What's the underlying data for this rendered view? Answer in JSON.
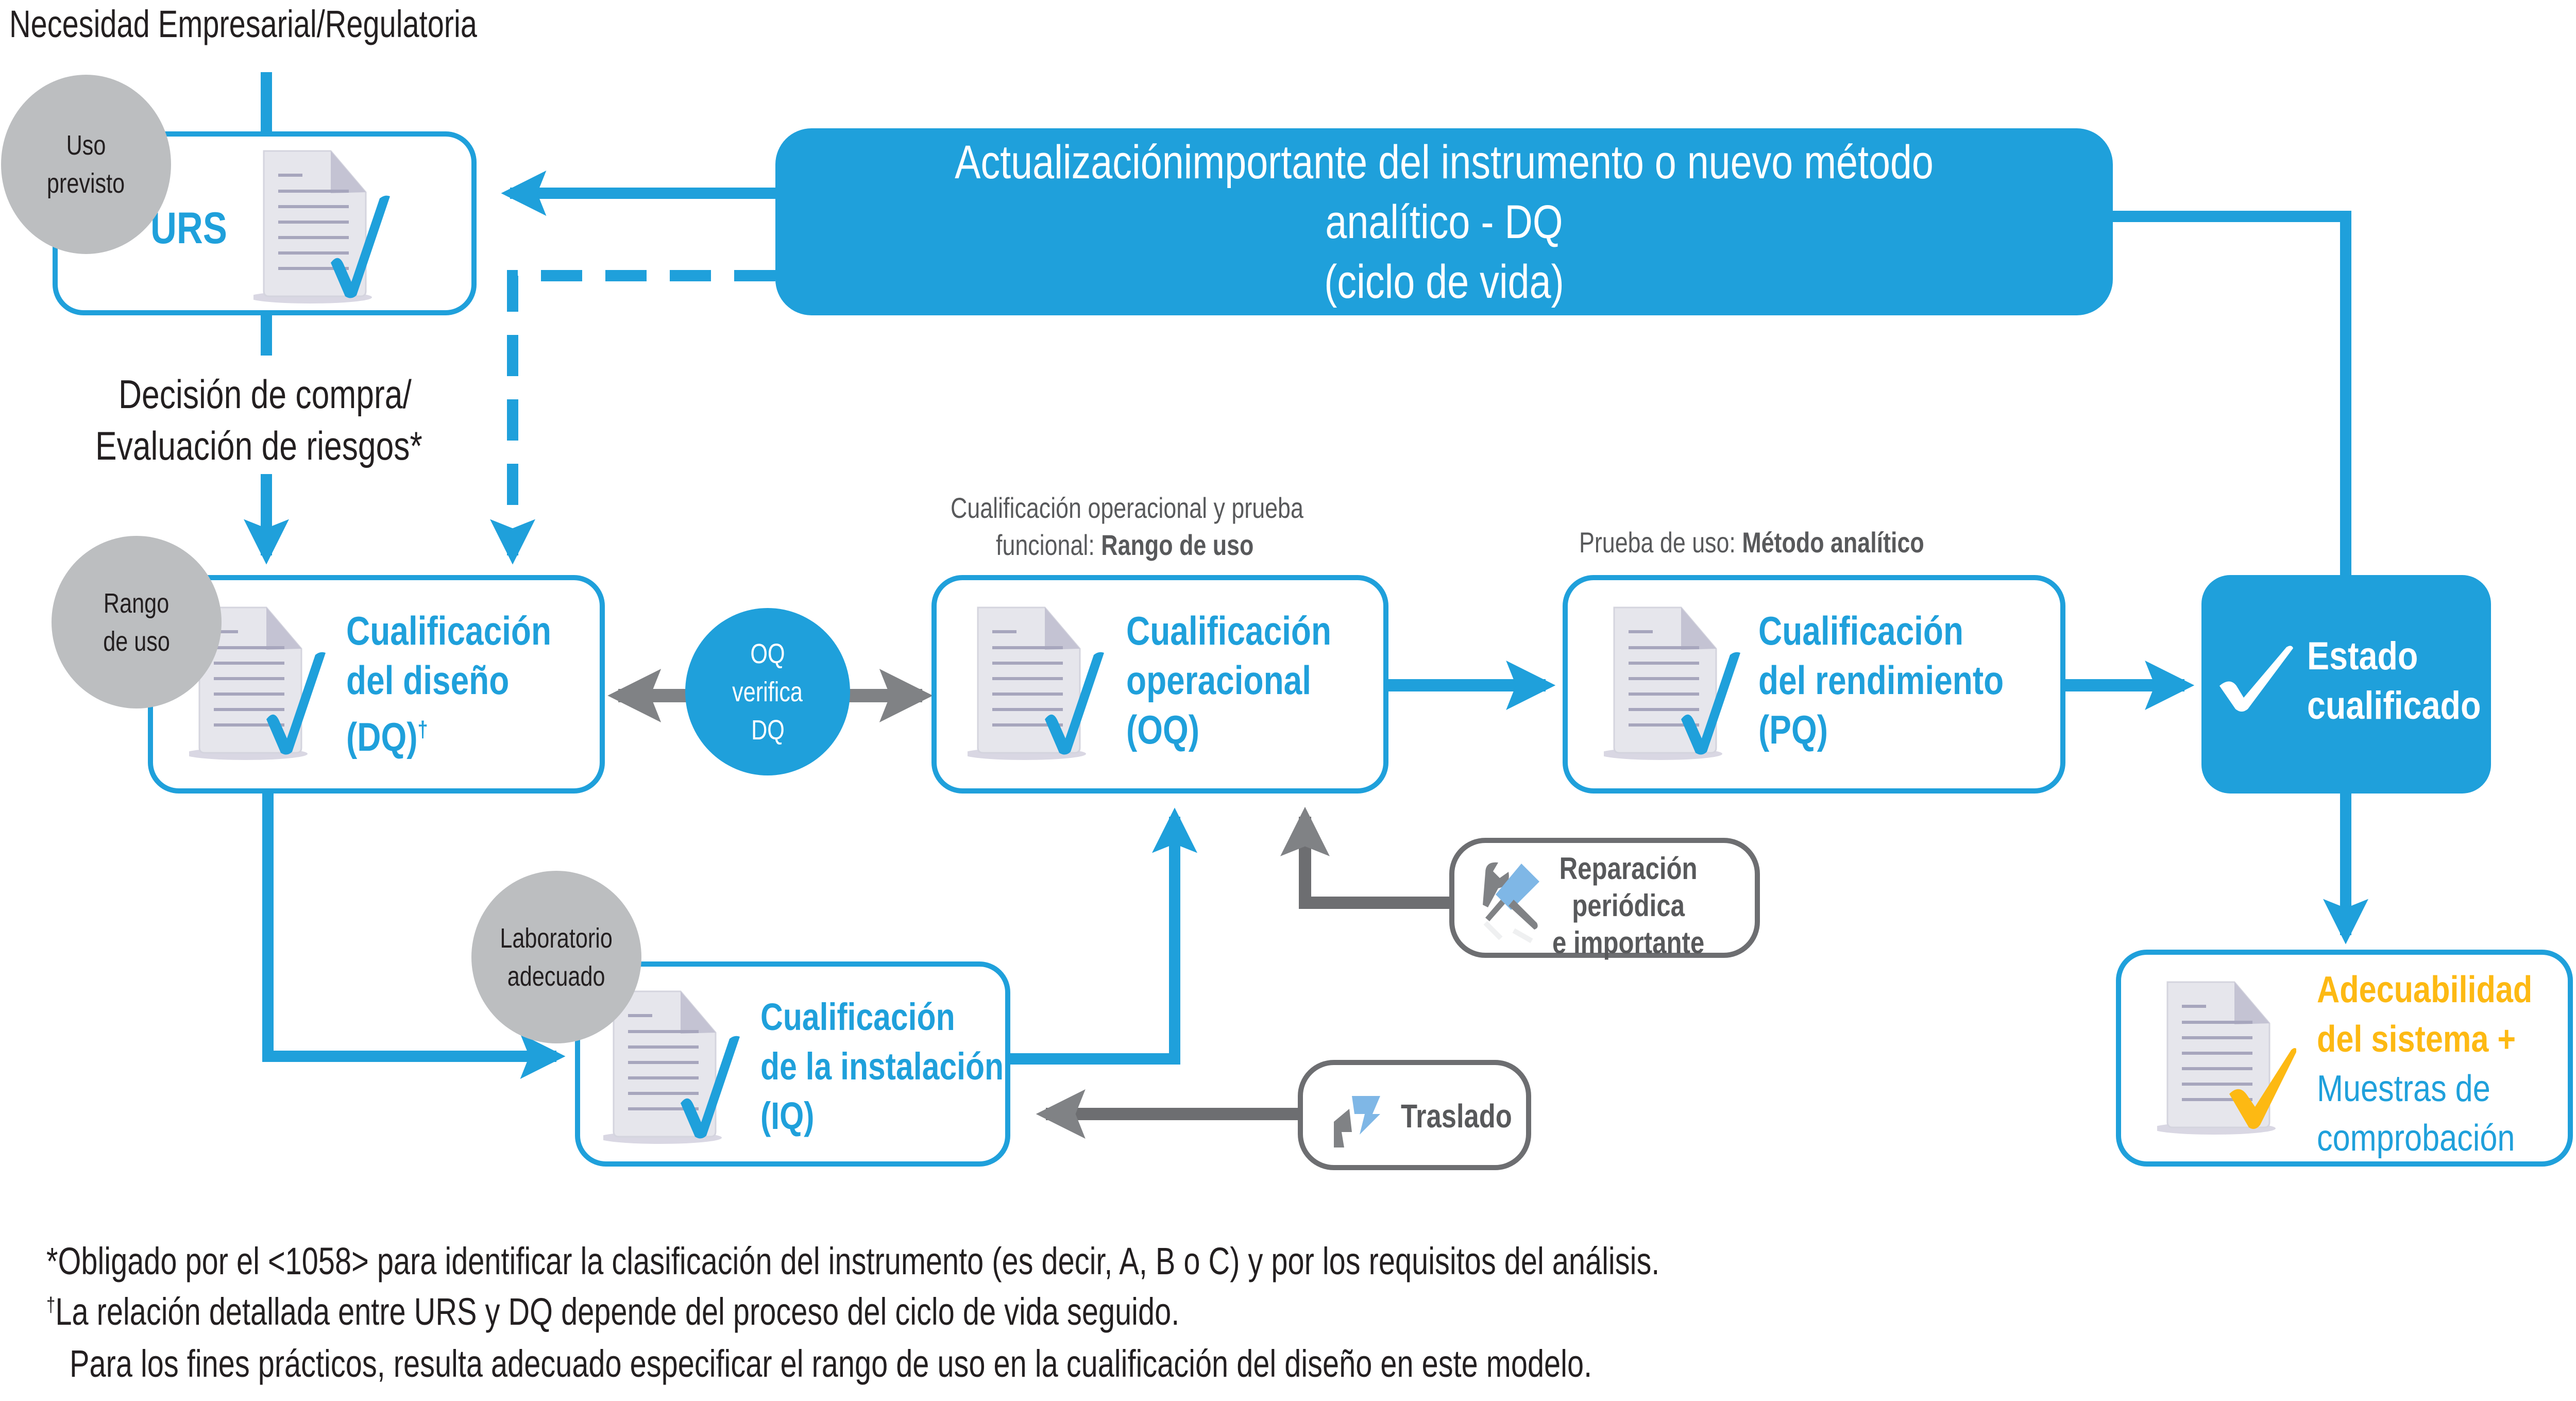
{
  "header": {
    "top_label": "Necesidad Empresarial/Regulatoria",
    "decision_line1": "Decisión de compra/",
    "decision_line2": "Evaluación de riesgos*"
  },
  "banner": {
    "line1": "Actualizaciónimportante  del instrumento o nuevo método analítico - DQ",
    "line2": "(ciclo de vida)"
  },
  "circles": {
    "uso_previsto": [
      "Uso",
      "previsto"
    ],
    "rango_de_uso": [
      "Rango",
      "de uso"
    ],
    "oq_verifica_dq": [
      "OQ",
      "verifica",
      "DQ"
    ],
    "laboratorio": [
      "Laboratorio",
      "adecuado"
    ]
  },
  "boxes": {
    "urs": {
      "title": "URS"
    },
    "dq": {
      "lines": [
        "Cualificación",
        "del diseño",
        "(DQ)"
      ],
      "mark": "†"
    },
    "oq": {
      "caption_line1": "Cualificación operacional y prueba",
      "caption_line2_plain": "funcional: ",
      "caption_line2_bold": "Rango de uso",
      "lines": [
        "Cualificación",
        "operacional",
        "(OQ)"
      ]
    },
    "pq": {
      "caption_plain": "Prueba de uso: ",
      "caption_bold": "Método analítico",
      "lines": [
        "Cualificación",
        "del rendimiento",
        "(PQ)"
      ]
    },
    "iq": {
      "lines": [
        "Cualificación",
        "de la instalación",
        "(IQ)"
      ]
    },
    "estado": {
      "lines": [
        "Estado",
        "cualificado"
      ]
    },
    "adecuabilidad": {
      "bold_lines": [
        "Adecuabilidad",
        "del sistema +"
      ],
      "lines": [
        "Muestras de",
        "comprobación"
      ]
    },
    "reparacion": {
      "lines": [
        "Reparación",
        "periódica",
        "e importante"
      ]
    },
    "traslado": {
      "label": "Traslado"
    }
  },
  "colors": {
    "blue": "#1fa0db",
    "grey_circle": "#bcbec0",
    "grey_arrow": "#6d6e71",
    "yellow": "#fdb913",
    "text": "#231f20"
  },
  "footnotes": [
    "*Obligado por el <1058> para identificar la clasificación del instrumento (es decir, A, B o C) y por los requisitos del análisis.",
    "La relación detallada entre URS y DQ depende del proceso del ciclo de vida seguido.",
    "Para los fines prácticos, resulta adecuado especificar el rango de uso en la cualificación del diseño en este modelo."
  ],
  "footnote_dagger": "†"
}
